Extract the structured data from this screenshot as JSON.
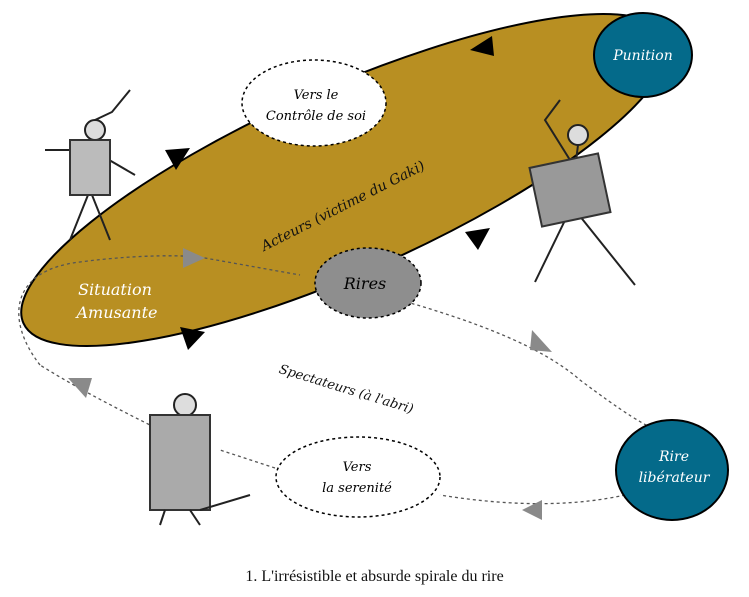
{
  "colors": {
    "ellipse": "#b88f22",
    "blue": "#046a8a",
    "grey": "#8e8e8e"
  },
  "nodes": {
    "punition": "Punition",
    "controle_line1": "Vers le",
    "controle_line2": "Contrôle de soi",
    "rires": "Rires",
    "situation_line1": "Situation",
    "situation_line2": "Amusante",
    "liberateur_line1": "Rire",
    "liberateur_line2": "libérateur",
    "serenite_line1": "Vers",
    "serenite_line2": "la serenité"
  },
  "labels": {
    "acteurs": "Acteurs (victime du Gaki)",
    "spectateurs": "Spectateurs (à l'abri)"
  },
  "caption": "1. L'irrésistible et absurde spirale du rire"
}
